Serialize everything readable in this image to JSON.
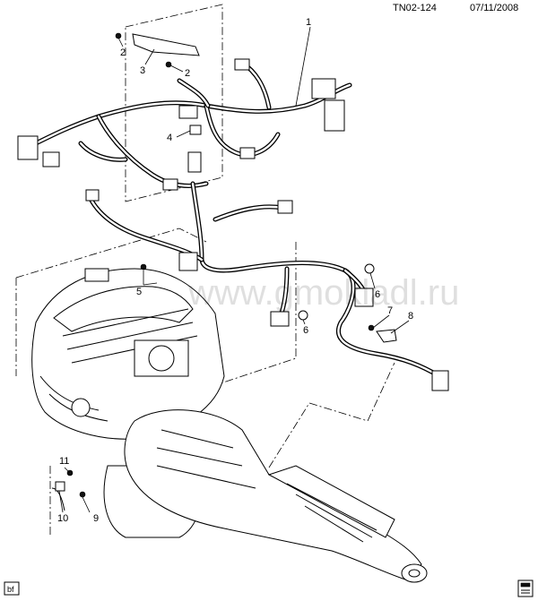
{
  "header": {
    "figure_id": "TN02-124",
    "date": "07/11/2008"
  },
  "watermark": {
    "text": "www.gmokladl.ru"
  },
  "corner_tag": {
    "text": "bf"
  },
  "callouts": [
    {
      "label": "1"
    },
    {
      "label": "2"
    },
    {
      "label": "2"
    },
    {
      "label": "3"
    },
    {
      "label": "4"
    },
    {
      "label": "5"
    },
    {
      "label": "6"
    },
    {
      "label": "6"
    },
    {
      "label": "7"
    },
    {
      "label": "8"
    },
    {
      "label": "9"
    },
    {
      "label": "10"
    },
    {
      "label": "11"
    }
  ],
  "icons": {
    "corner_tag": "pencil-note-icon",
    "bottom_right": "book-index-icon"
  }
}
